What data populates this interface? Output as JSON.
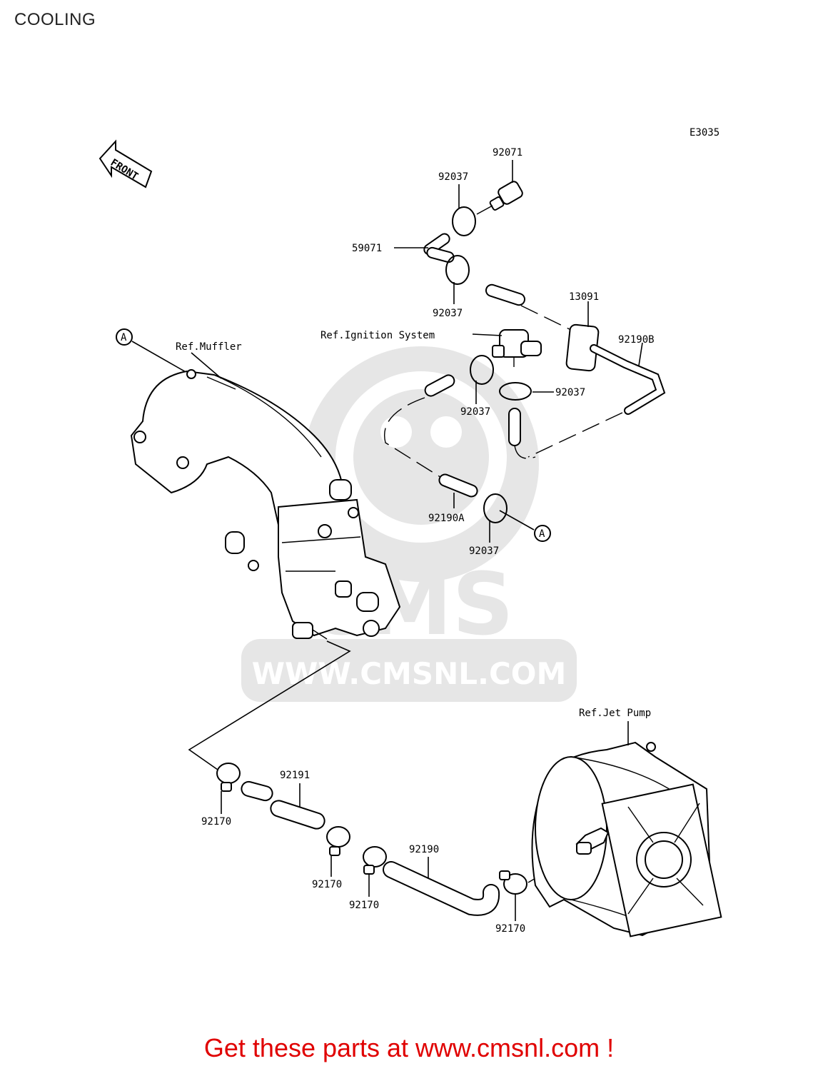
{
  "title": "COOLING",
  "diagram_code": "E3035",
  "front_label": "FRONT",
  "watermark": {
    "brand": "CMS",
    "url": "WWW.CMSNL.COM"
  },
  "refs": {
    "muffler": "Ref.Muffler",
    "ignition": "Ref.Ignition System",
    "jet_pump": "Ref.Jet Pump"
  },
  "callout_a": "A",
  "parts": {
    "p92071": "92071",
    "p92037_top": "92037",
    "p59071": "59071",
    "p92037_2": "92037",
    "p13091": "13091",
    "p92190B": "92190B",
    "p92037_3": "92037",
    "p92037_4": "92037",
    "p92190A": "92190A",
    "p92037_5": "92037",
    "p92191": "92191",
    "p92170_1": "92170",
    "p92170_2": "92170",
    "p92170_3": "92170",
    "p92190": "92190",
    "p92170_4": "92170"
  },
  "footer": "Get these parts at www.cmsnl.com !"
}
